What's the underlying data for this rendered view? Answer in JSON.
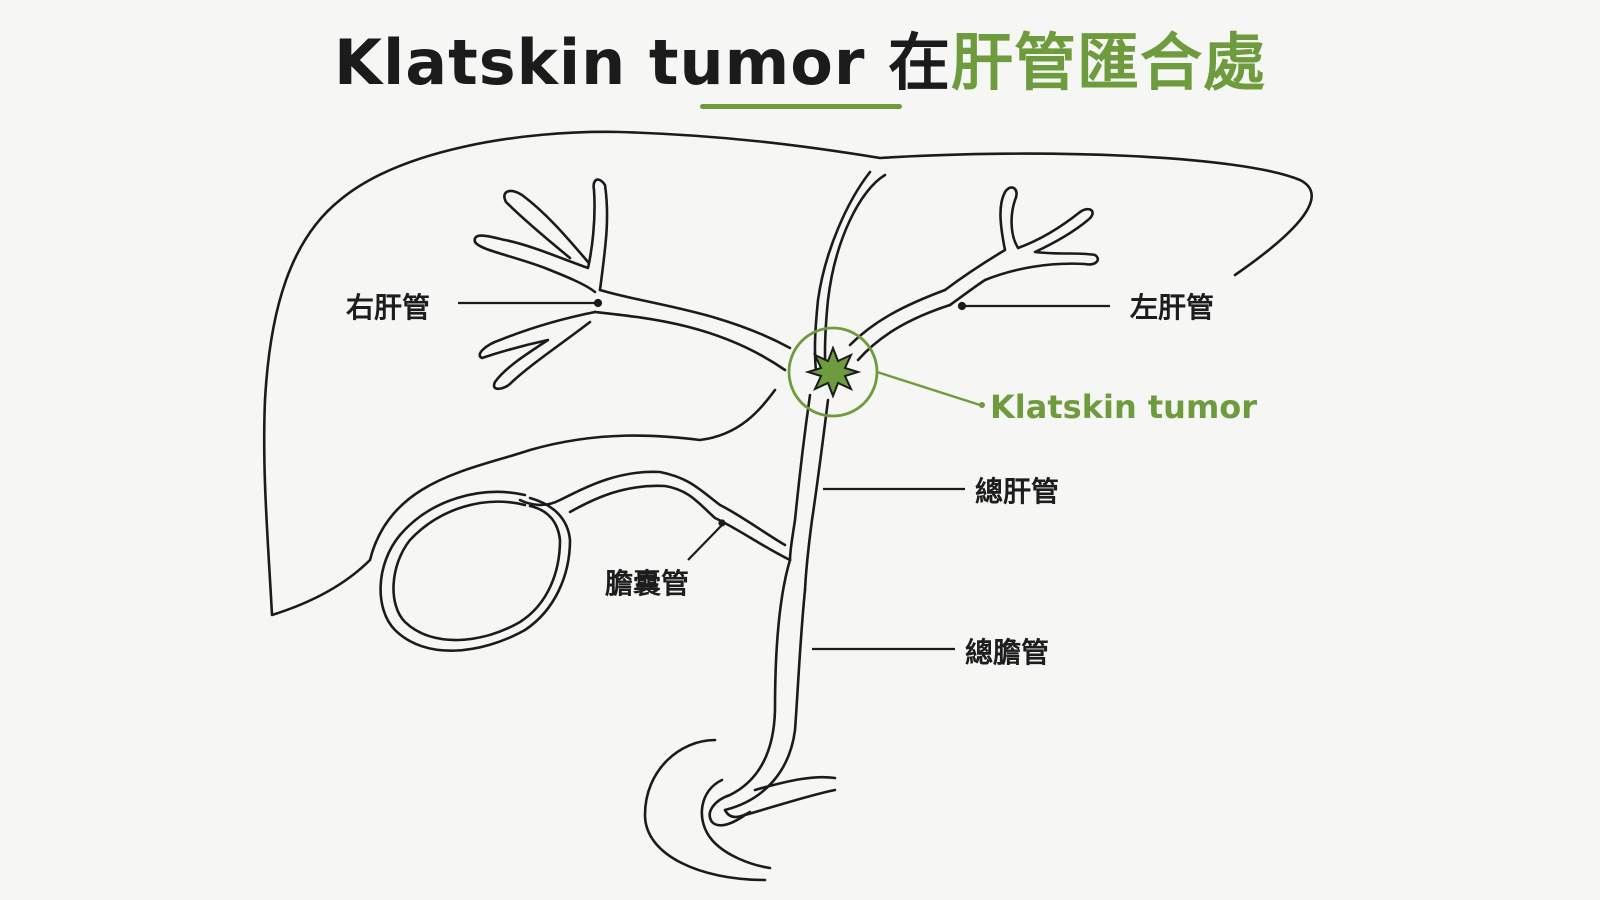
{
  "title": {
    "prefix": "Klatskin tumor 在",
    "highlight": "肝管匯合處"
  },
  "labels": {
    "right_hepatic_duct": "右肝管",
    "left_hepatic_duct": "左肝管",
    "tumor": "Klatskin tumor",
    "common_hepatic_duct": "總肝管",
    "cystic_duct": "膽囊管",
    "common_bile_duct": "總膽管"
  },
  "colors": {
    "accent": "#6e9b3d",
    "ink": "#1b1b1b",
    "background": "#f6f6f4"
  }
}
